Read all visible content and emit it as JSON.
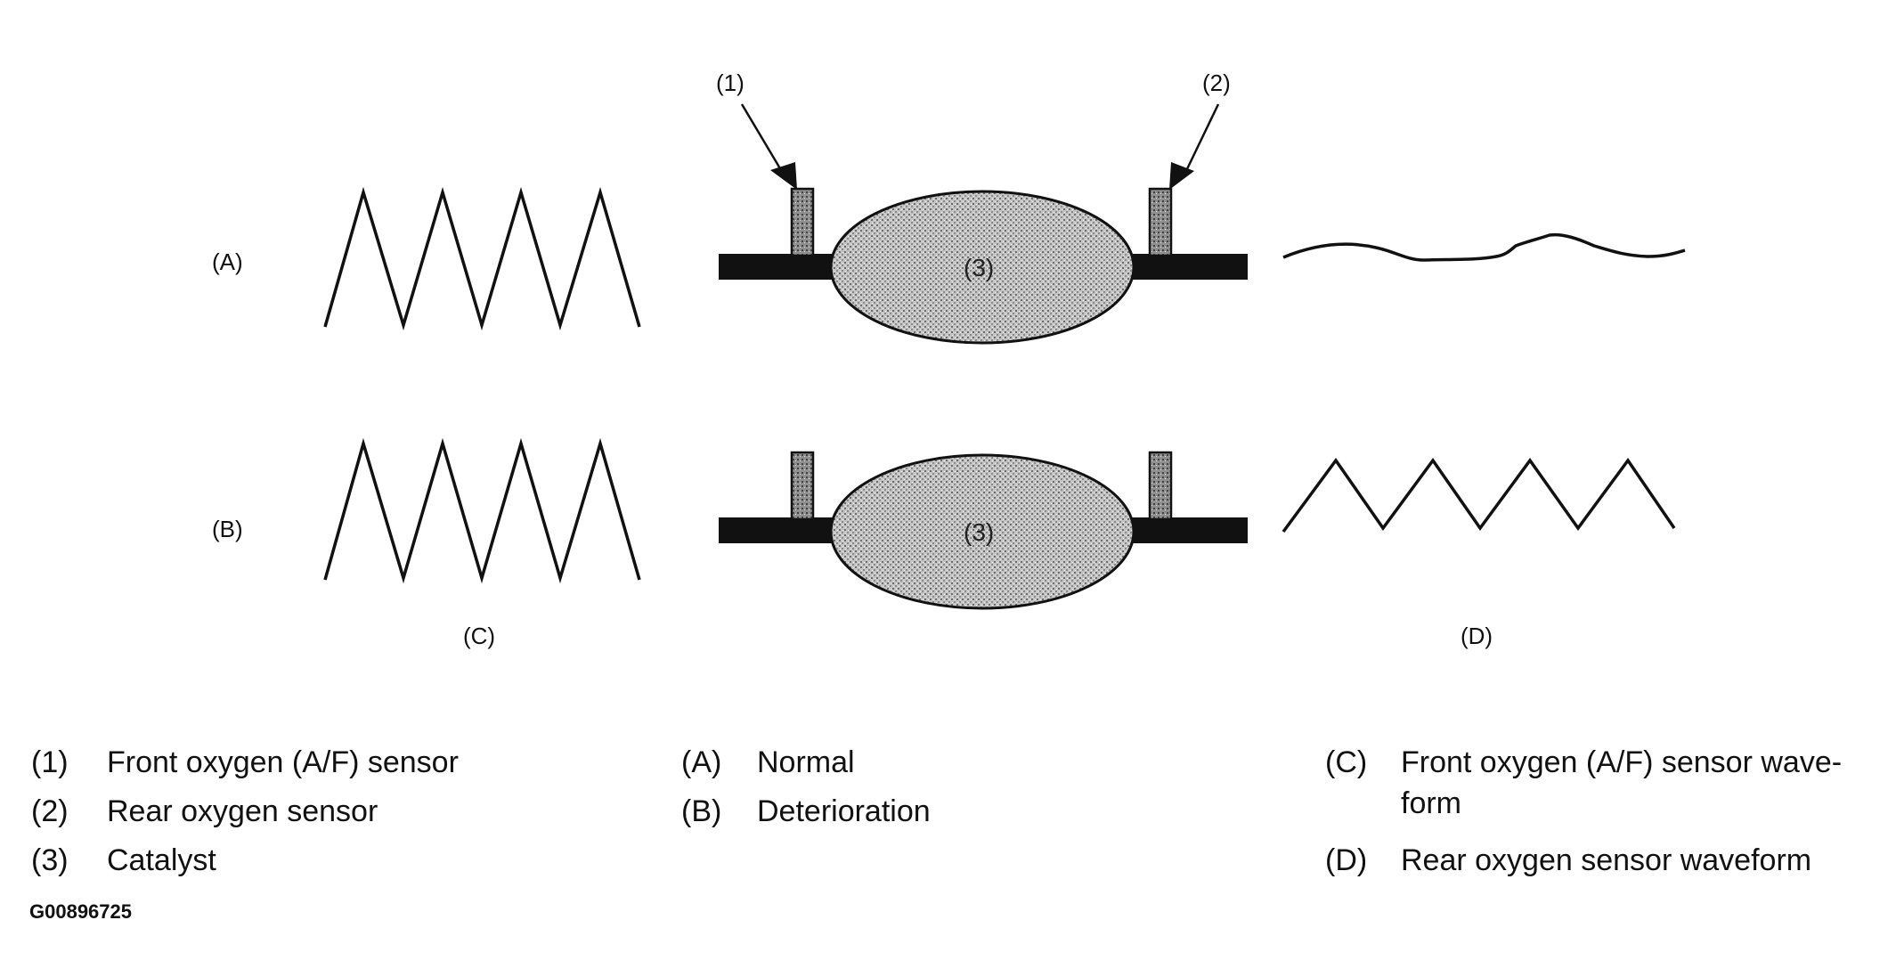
{
  "callouts": {
    "front_sensor": "(1)",
    "rear_sensor": "(2)",
    "catalyst": "(3)"
  },
  "rows": [
    {
      "id": "A",
      "label": "(A)"
    },
    {
      "id": "B",
      "label": "(B)"
    }
  ],
  "columns": {
    "front_waveform": "(C)",
    "rear_waveform": "(D)"
  },
  "legend": [
    {
      "key": "(1)",
      "text": "Front oxygen (A/F) sensor"
    },
    {
      "key": "(2)",
      "text": "Rear oxygen sensor"
    },
    {
      "key": "(3)",
      "text": "Catalyst"
    },
    {
      "key": "(A)",
      "text": "Normal"
    },
    {
      "key": "(B)",
      "text": "Deterioration"
    },
    {
      "key": "(C)",
      "text_line1": "Front oxygen (A/F) sensor wave-",
      "text_line2": "form"
    },
    {
      "key": "(D)",
      "text": "Rear oxygen sensor waveform"
    }
  ],
  "figure_code": "G00896725",
  "colors": {
    "ink": "#111111",
    "catalyst_fill": "#b8b8b8",
    "sensor_fill": "#9a9a9a"
  }
}
